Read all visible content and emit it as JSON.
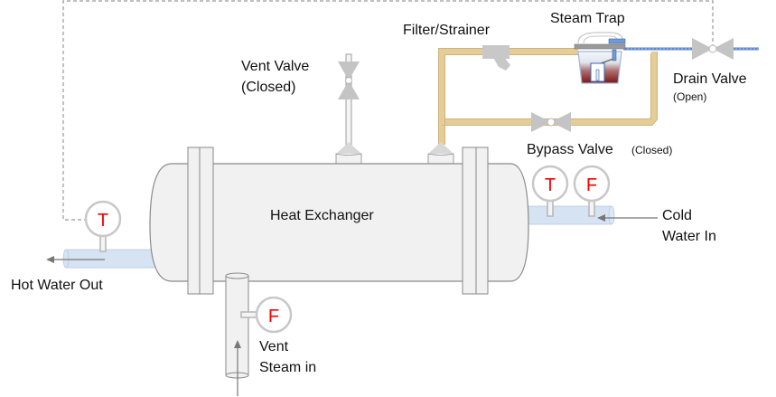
{
  "diagram": {
    "title": "Heat Exchanger",
    "labels": {
      "vent_valve_line1": "Vent Valve",
      "vent_valve_line2": "(Closed)",
      "filter_strainer": "Filter/Strainer",
      "steam_trap": "Steam Trap",
      "drain_valve": "Drain Valve",
      "drain_valve_state": "(Open)",
      "bypass_valve": "Bypass Valve",
      "bypass_valve_state": "(Closed)",
      "heat_exchanger": "Heat Exchanger",
      "cold_water_line1": "Cold",
      "cold_water_line2": "Water In",
      "hot_water_out": "Hot Water Out",
      "steam_in_line1": "Vent",
      "steam_in_line2": "Steam in"
    },
    "gauges": {
      "hot_out_temp": "T",
      "cold_in_temp": "T",
      "cold_in_flow": "F",
      "steam_in_flow": "F"
    },
    "colors": {
      "gauge_letter": "#ff0000",
      "gauge_ring": "#c8c8c8",
      "water_pipe": "#d6e3f3",
      "condensate_pipe": "#e8cf9a",
      "valve_gray": "#c4c4c4",
      "vessel_fill": "#f1f1f1",
      "outline": "#808080",
      "drain_line": "#4a7cc8",
      "trap_liquid": "#8a2020"
    }
  }
}
